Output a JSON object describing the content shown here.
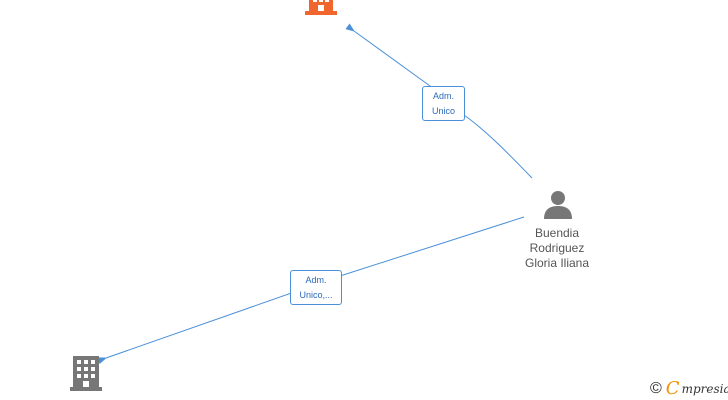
{
  "colors": {
    "edge": "#4a90d9",
    "focus_company": "#f0662d",
    "company": "#777777",
    "person": "#777777",
    "brand_accent": "#f39200"
  },
  "person": {
    "name_lines": [
      "Buendia",
      "Rodriguez",
      "Gloria Iliana"
    ],
    "icon": "person-icon"
  },
  "companies": [
    {
      "icon": "building-icon",
      "highlighted": true,
      "label": ""
    },
    {
      "icon": "building-icon",
      "highlighted": false,
      "label": ""
    }
  ],
  "edges": [
    {
      "label_lines": [
        "Adm.",
        "Unico"
      ]
    },
    {
      "label_lines": [
        "Adm.",
        "Unico,..."
      ]
    }
  ],
  "brand": {
    "copyright_symbol": "©",
    "logo_initial": "C",
    "logo_text": "mpresia"
  }
}
